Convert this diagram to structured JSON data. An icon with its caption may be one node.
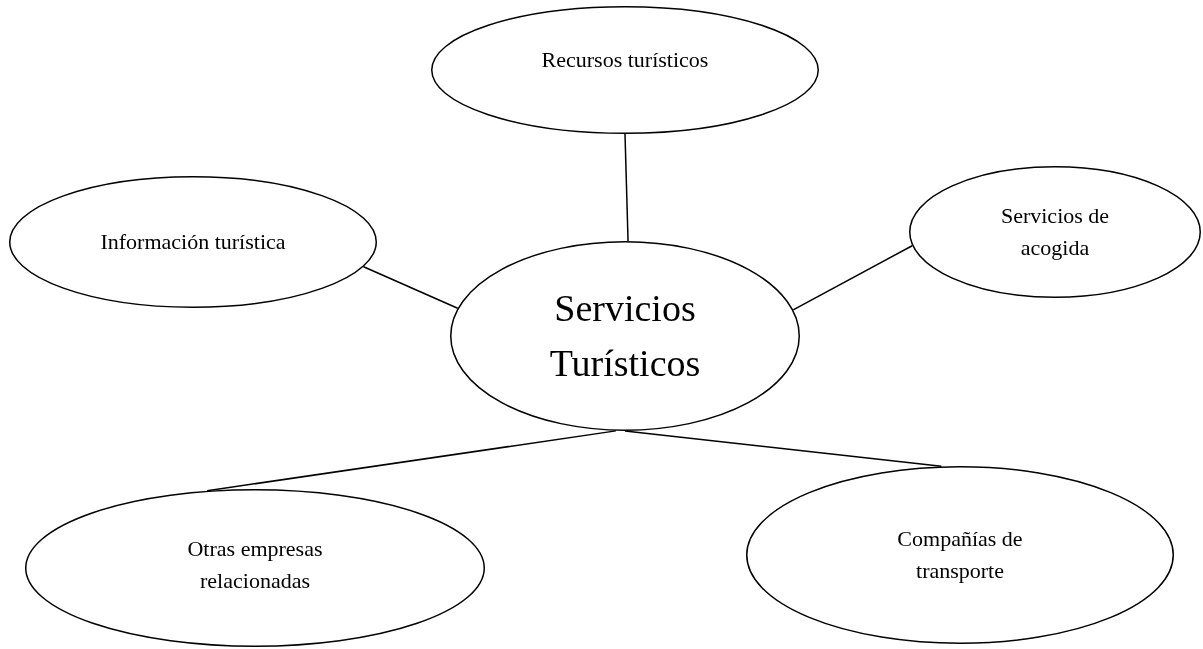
{
  "diagram": {
    "nodes": [
      {
        "text": [
          "Recursos turísticos"
        ]
      },
      {
        "text": [
          "Información turística"
        ]
      },
      {
        "text": [
          "Servicios de acogida"
        ]
      },
      {
        "text": [
          "Servicios Turísticos"
        ]
      },
      {
        "text": [
          "Otras empresas relacionadas"
        ]
      },
      {
        "text": [
          "Compañías de transporte"
        ]
      }
    ],
    "edges": [
      {
        "from": 3,
        "to": 0,
        "arrow": "none"
      },
      {
        "from": 3,
        "to": 1,
        "arrow": "none"
      },
      {
        "from": 3,
        "to": 2,
        "arrow": "none"
      },
      {
        "from": 3,
        "to": 4,
        "arrow": "none"
      },
      {
        "from": 3,
        "to": 5,
        "arrow": "none"
      }
    ]
  }
}
